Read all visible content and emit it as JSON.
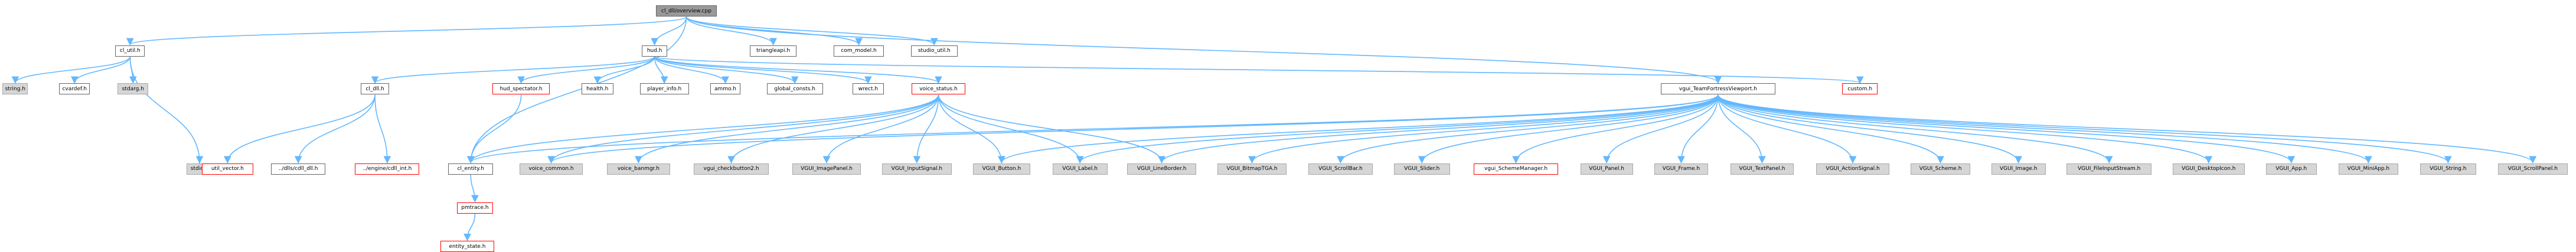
{
  "graph": {
    "colors": {
      "edge": "#63b8ff",
      "root_fill": "#999999",
      "internal_border": "#666666",
      "external_fill": "#d6d6d6",
      "missing_border": "#ff0000"
    },
    "nodes": {
      "root": "cl_dll/overview.cpp",
      "cl_util": "cl_util.h",
      "string": "string.h",
      "cvardef": "cvardef.h",
      "stdarg": "stdarg.h",
      "stdio": "stdio.h",
      "hud": "hud.h",
      "cl_dll": "cl_dll.h",
      "util_vector": "util_vector.h",
      "cdll_dll": "../dlls/cdll_dll.h",
      "cdll_int": "../engine/cdll_int.h",
      "cl_entity": "cl_entity.h",
      "pmtrace": "pmtrace.h",
      "entity_state": "entity_state.h",
      "hud_spectator": "hud_spectator.h",
      "health": "health.h",
      "player_info": "player_info.h",
      "ammo": "ammo.h",
      "global_consts": "global_consts.h",
      "wrect": "wrect.h",
      "voice_status": "voice_status.h",
      "triangleapi": "triangleapi.h",
      "com_model": "com_model.h",
      "studio_util": "studio_util.h",
      "custom": "custom.h",
      "vgui_tf": "vgui_TeamFortressViewport.h",
      "voice_common": "voice_common.h",
      "voice_banmgr": "voice_banmgr.h",
      "vgui_checkbutton2": "vgui_checkbutton2.h",
      "VGUI_ImagePanel": "VGUI_ImagePanel.h",
      "VGUI_InputSignal": "VGUI_InputSignal.h",
      "VGUI_Button": "VGUI_Button.h",
      "VGUI_Label": "VGUI_Label.h",
      "VGUI_LineBorder": "VGUI_LineBorder.h",
      "VGUI_BitmapTGA": "VGUI_BitmapTGA.h",
      "VGUI_ScrollBar": "VGUI_ScrollBar.h",
      "VGUI_Slider": "VGUI_Slider.h",
      "vgui_SchemeManager": "vgui_SchemeManager.h",
      "VGUI_Panel": "VGUI_Panel.h",
      "VGUI_Frame": "VGUI_Frame.h",
      "VGUI_TextPanel": "VGUI_TextPanel.h",
      "VGUI_ActionSignal": "VGUI_ActionSignal.h",
      "VGUI_Scheme": "VGUI_Scheme.h",
      "VGUI_Image": "VGUI_Image.h",
      "VGUI_FileInputStream": "VGUI_FileInputStream.h",
      "VGUI_DesktopIcon": "VGUI_DesktopIcon.h",
      "VGUI_App": "VGUI_App.h",
      "VGUI_MiniApp": "VGUI_MiniApp.h",
      "VGUI_String": "VGUI_String.h",
      "VGUI_ScrollPanel": "VGUI_ScrollPanel.h"
    }
  }
}
